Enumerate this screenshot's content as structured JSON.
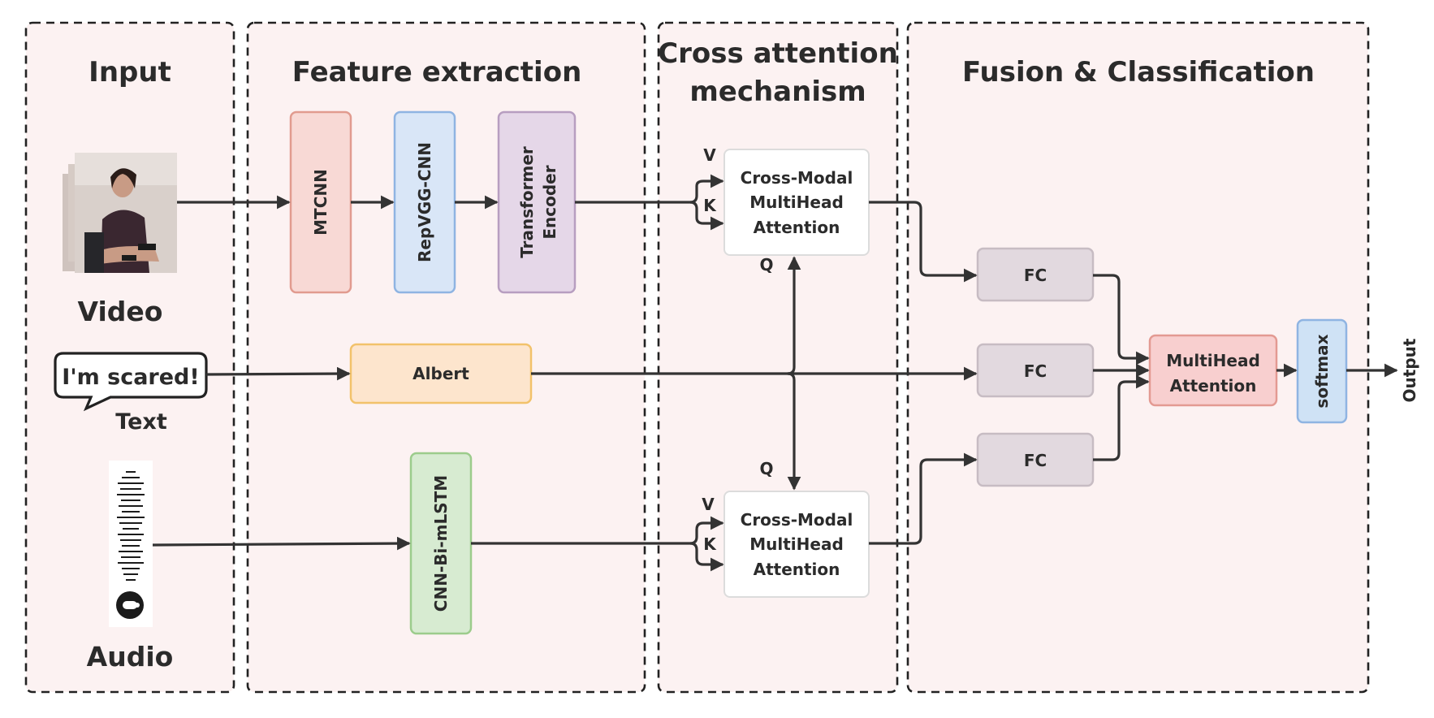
{
  "sections": {
    "input": "Input",
    "feature_extraction": "Feature extraction",
    "cross_attention_line1": "Cross attention",
    "cross_attention_line2": "mechanism",
    "fusion": "Fusion & Classification"
  },
  "inputs": {
    "video_label": "Video",
    "text_label": "Text",
    "speech_text": "I'm scared!",
    "audio_label": "Audio"
  },
  "feature_boxes": {
    "mtcnn": "MTCNN",
    "repvgg": "RepVGG-CNN",
    "transformer_line1": "Transformer",
    "transformer_line2": "Encoder",
    "albert": "Albert",
    "cnn_bilstm": "CNN-Bi-mLSTM"
  },
  "cross_modal": {
    "line1": "Cross-Modal",
    "line2": "MultiHead",
    "line3": "Attention",
    "v": "V",
    "k": "K",
    "q": "Q"
  },
  "fusion_boxes": {
    "fc": "FC",
    "mha_line1": "MultiHead",
    "mha_line2": "Attention",
    "softmax": "softmax",
    "output": "Output"
  },
  "colors": {
    "section_fill": "#fcf2f2",
    "mtcnn": "#f8d9d5",
    "repvgg": "#d9e6f7",
    "transformer": "#e5d7e8",
    "albert": "#fde5cd",
    "cnn_bilstm": "#d7ebd1",
    "fc": "#e2d9df",
    "mha": "#f8cfcf",
    "softmax": "#cfe2f5"
  }
}
